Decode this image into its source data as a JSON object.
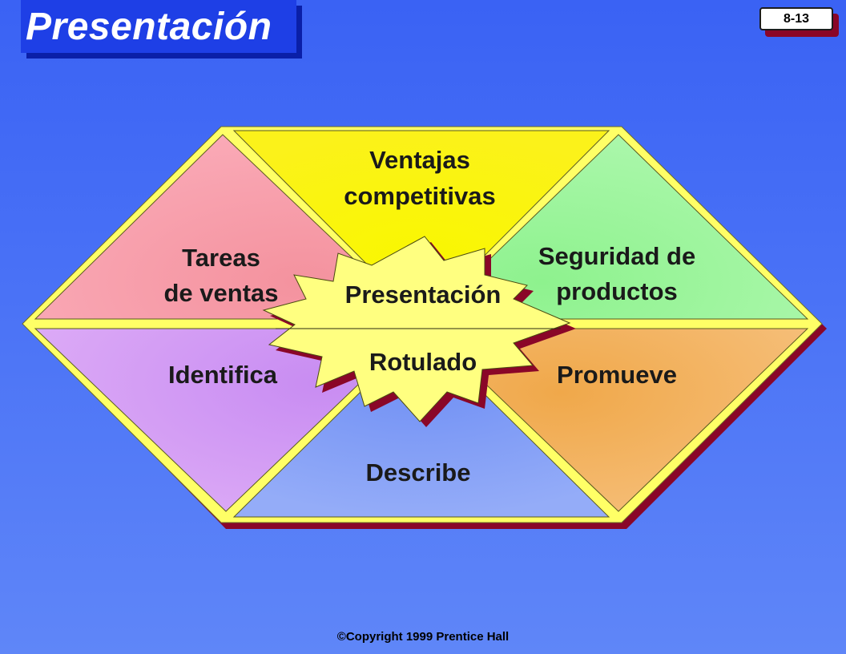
{
  "slide": {
    "title": "Presentación",
    "slide_number": "8-13",
    "copyright": "Copyright 1999 Prentice Hall",
    "copyright_symbol": "©"
  },
  "diagram": {
    "segments": {
      "top": [
        "Ventajas",
        "competitivas"
      ],
      "upper_left": [
        "Tareas",
        "de ventas"
      ],
      "upper_right": [
        "Seguridad de",
        "productos"
      ],
      "lower_left": [
        "Identifica"
      ],
      "lower_right": [
        "Promueve"
      ],
      "bottom": [
        "Describe"
      ]
    },
    "center": {
      "top_label": "Presentación",
      "bottom_label": "Rotulado"
    }
  },
  "colors": {
    "background": "#3a62f4",
    "title_box": "#1e3fe6",
    "outline": "#ffff66",
    "shadow": "#8a0628",
    "top": "#fbf21a",
    "upper_left": "#f7a8b4",
    "upper_right": "#a4f5a4",
    "lower_left": "#d6a2f4",
    "lower_right": "#f5b86c",
    "bottom": "#8aa6f6",
    "center": "#ffff80"
  }
}
